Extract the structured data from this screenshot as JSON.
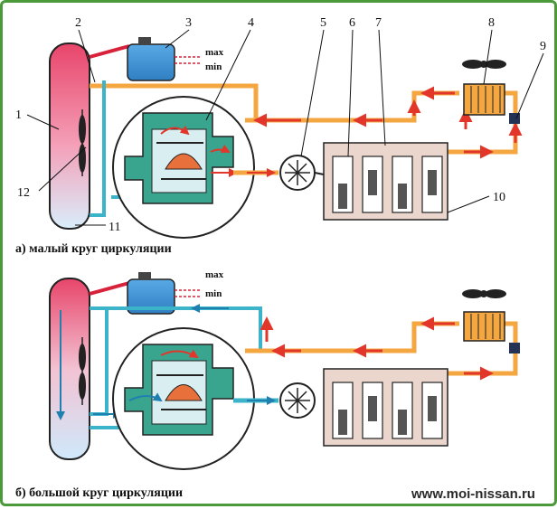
{
  "colors": {
    "hot": "#f4a640",
    "cold": "#3bb3c9",
    "arrow": "#e2362b",
    "arrow_cold": "#1f7fae",
    "engine": "#ead6cd",
    "thermostat_body": "#3aa58f",
    "tank": "#3b8fd1",
    "border": "#4a9a3a"
  },
  "labels": {
    "n1": "1",
    "n2": "2",
    "n3": "3",
    "n4": "4",
    "n5": "5",
    "n6": "6",
    "n7": "7",
    "n8": "8",
    "n9": "9",
    "n10": "10",
    "n11": "11",
    "n12": "12"
  },
  "tank": {
    "max": "max",
    "min": "min"
  },
  "captions": {
    "top": "а)  малый  круг  циркуляции",
    "bottom": "б)  большой  круг  циркуляции"
  },
  "watermark": "www.moi-nissan.ru"
}
